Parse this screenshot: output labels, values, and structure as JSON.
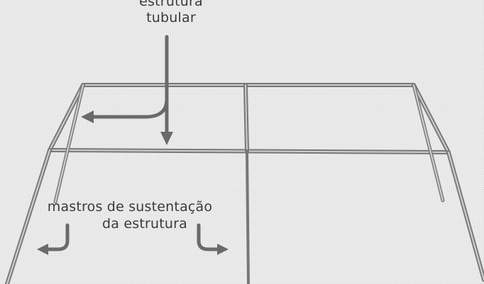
{
  "labels": {
    "tubular_structure": [
      "estrutura",
      "tubular"
    ],
    "support_masts": [
      "mastros de sustentação",
      "da estrutura"
    ]
  },
  "colors": {
    "background": "#eeeeee",
    "frame": "#777777",
    "arrow": "#6a6a6a",
    "text": "#3a3a3a"
  }
}
